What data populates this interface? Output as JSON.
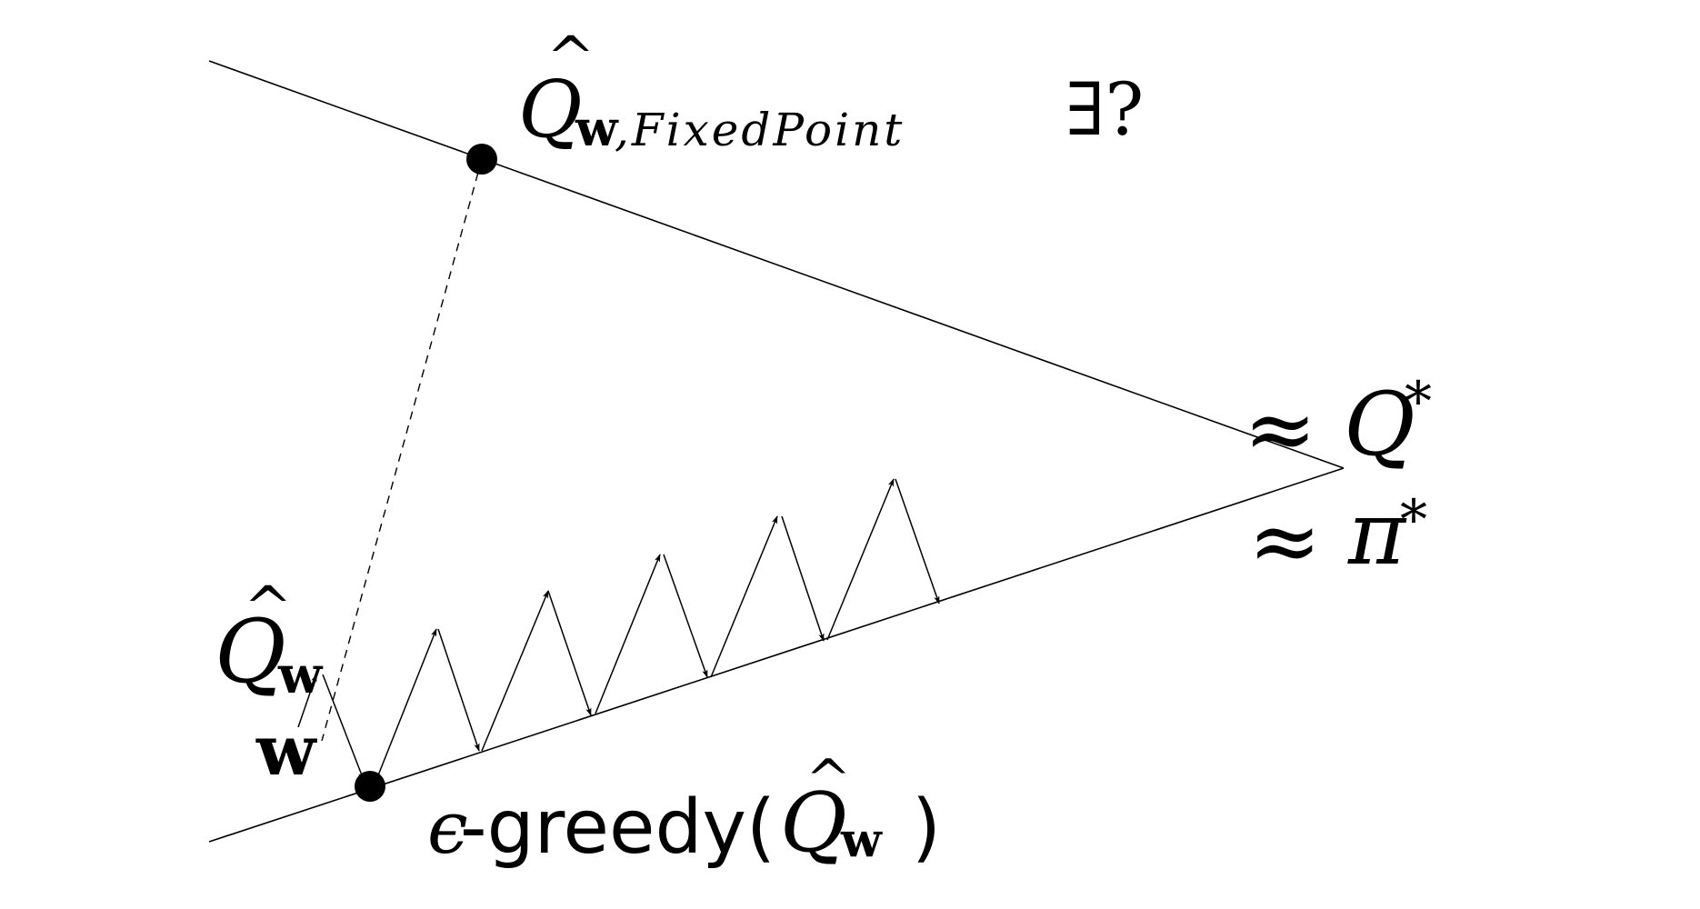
{
  "labels": {
    "fixed_point": {
      "symbol": "Q",
      "hat": "^",
      "subscript_bold": "w",
      "subscript_rest": ",FixedPoint",
      "suffix": "∃?"
    },
    "q_star": {
      "approx": "≈",
      "symbol": "Q",
      "star": "*"
    },
    "pi_star": {
      "approx": "≈",
      "symbol": "π",
      "star": "*"
    },
    "q_w": {
      "symbol": "Q",
      "hat": "^",
      "subscript_bold": "w"
    },
    "w": {
      "text": "w"
    },
    "epsilon_greedy": {
      "epsilon": "ϵ",
      "text": "-greedy(",
      "symbol": "Q",
      "hat": "^",
      "subscript_bold": "w",
      "close": ")"
    }
  },
  "colors": {
    "ink": "#000000",
    "background": "#ffffff"
  }
}
